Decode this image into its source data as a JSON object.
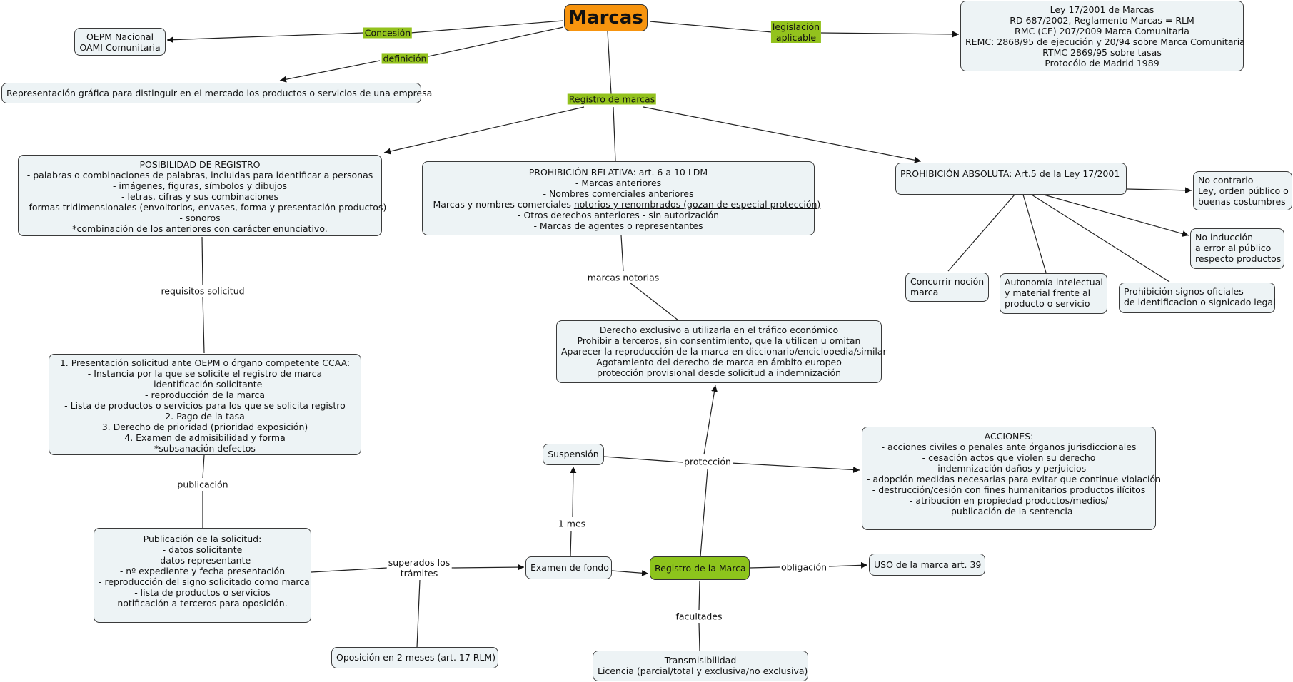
{
  "nodes": {
    "marcas": [
      "Marcas"
    ],
    "oepm": [
      "OEPM Nacional",
      "OAMI Comunitaria"
    ],
    "representacion": [
      "Representación gráfica para distinguir en el mercado los productos o servicios de una empresa"
    ],
    "legislacion": [
      "Ley 17/2001 de Marcas",
      "RD 687/2002, Reglamento Marcas = RLM",
      "RMC (CE) 207/2009 Marca Comunitaria",
      "REMC: 2868/95 de ejecución y 20/94 sobre Marca Comunitaria",
      "RTMC 2869/95 sobre tasas",
      "Protocólo de Madrid 1989"
    ],
    "posibilidad": [
      "POSIBILIDAD DE REGISTRO",
      "- palabras o combinaciones de palabras, incluidas para identificar a personas",
      "- imágenes, figuras, símbolos y dibujos",
      "- letras, cifras y sus combinaciones",
      "- formas tridimensionales (envoltorios, envases, forma y presentación productos)",
      "- sonoros",
      "*combinación de los anteriores con carácter enunciativo."
    ],
    "relativa": {
      "lines": [
        "PROHIBICIÓN RELATIVA: art. 6 a 10 LDM",
        "- Marcas anteriores",
        "- Nombres comerciales anteriores"
      ],
      "line4_pre": "- Marcas y nombres comerciales ",
      "line4_underlined": "notorios y renombrados (gozan de especial protección)",
      "lines_after": [
        "- Otros derechos anteriores - sin autorización",
        "- Marcas de agentes o representantes"
      ]
    },
    "absoluta": [
      "PROHIBICIÓN ABSOLUTA: Art.5 de la Ley 17/2001"
    ],
    "no_contrario": [
      "No contrario",
      "Ley, orden público o",
      "buenas costumbres"
    ],
    "no_induccion": [
      "No inducción",
      "a error al público",
      "respecto productos"
    ],
    "concurrir": [
      "Concurrir noción",
      "marca"
    ],
    "autonomia": [
      "Autonomía intelectual",
      "y material frente al",
      "producto o servicio"
    ],
    "prohibicion_signos": [
      "Prohibición signos oficiales",
      "de identificacion o signicado legal"
    ],
    "derecho": [
      "Derecho exclusivo a utilizarla en el tráfico económico",
      "Prohibir a terceros, sin consentimiento, que la utilicen u omitan",
      "Aparecer la reproducción de la marca en diccionario/enciclopedia/similar",
      "Agotamiento del derecho de marca en ámbito europeo",
      "protección provisional desde solicitud a indemnización"
    ],
    "presentacion": [
      "1. Presentación solicitud ante OEPM o órgano competente CCAA:",
      "- Instancia por la que se solicite el registro de marca",
      "- identificación solicitante",
      "- reproducción de la marca",
      "- Lista de productos o servicios para los que se solicita registro",
      "2. Pago de la tasa",
      "3. Derecho de prioridad (prioridad exposición)",
      "4. Examen de admisibilidad y forma",
      "*subsanación defectos"
    ],
    "acciones": [
      "ACCIONES:",
      "- acciones civiles o penales ante órganos jurisdiccionales",
      "- cesación actos que violen su derecho",
      "- indemnización daños y perjuicios",
      "- adopción medidas necesarias para evitar que continue violación",
      "- destrucción/cesión con fines humanitarios productos ilícitos",
      "- atribución en propiedad productos/medios/",
      "- publicación de la sentencia"
    ],
    "suspension": [
      "Suspensión"
    ],
    "publicacion_sol": [
      "Publicación de la solicitud:",
      "- datos solicitante",
      "- datos representante",
      "- nº expediente y fecha presentación",
      "- reproducción del signo solicitado como marca",
      "- lista de productos o servicios",
      "notificación a terceros para oposición."
    ],
    "examen": [
      "Examen de fondo"
    ],
    "registro_marca": [
      "Registro de la Marca"
    ],
    "uso": [
      "USO de la marca art. 39"
    ],
    "oposicion": [
      "Oposición en 2 meses (art. 17 RLM)"
    ],
    "transmisibilidad": [
      "Transmisibilidad",
      "Licencia (parcial/total y exclusiva/no exclusiva)"
    ]
  },
  "links": {
    "concesion": [
      "Concesión"
    ],
    "definicion": [
      "definición"
    ],
    "legislacion_aplicable": [
      "legislación",
      "aplicable"
    ],
    "registro_de_marcas": [
      "Registro de marcas"
    ],
    "requisitos": [
      "requisitos solicitud"
    ],
    "marcas_notorias": [
      "marcas notorias"
    ],
    "publicacion": [
      "publicación"
    ],
    "proteccion": [
      "protección"
    ],
    "un_mes": [
      "1 mes"
    ],
    "superados": [
      "superados los",
      "trámites"
    ],
    "obligacion": [
      "obligación"
    ],
    "facultades": [
      "facultades"
    ]
  },
  "colors": {
    "root": "#f7940e",
    "highlight": "#8dc41c",
    "node": "#edf3f5",
    "line": "#222222"
  }
}
